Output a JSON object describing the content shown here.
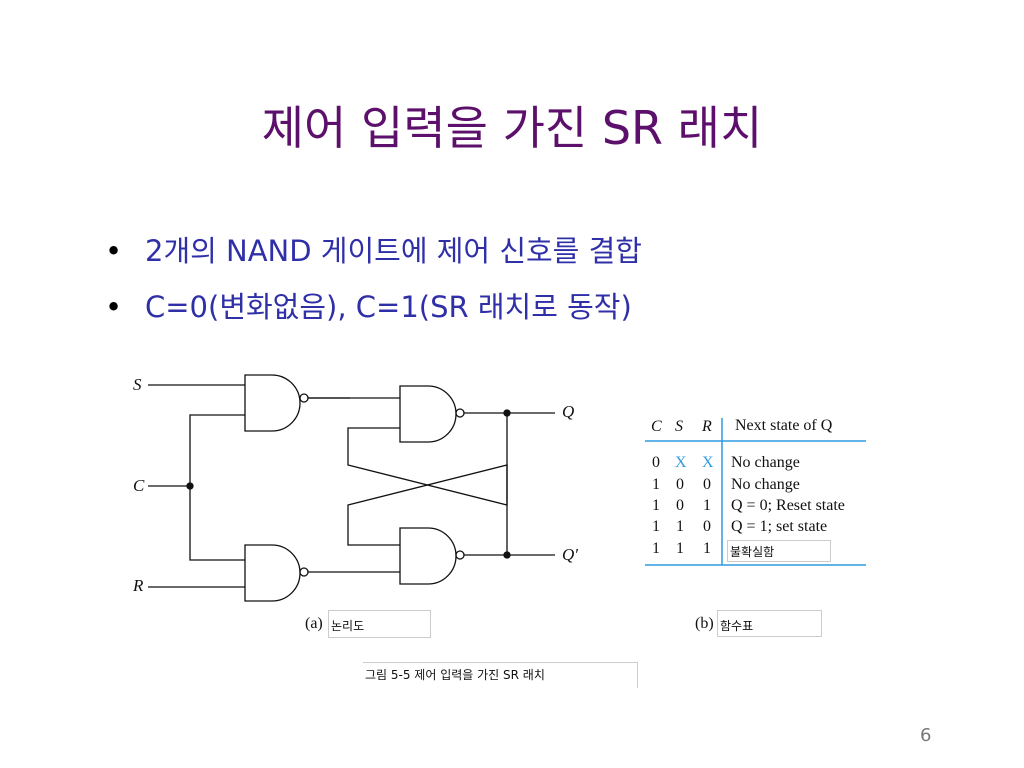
{
  "title": "제어 입력을 가진 SR 래치",
  "bullets": [
    "2개의 NAND 게이트에 제어 신호를 결합",
    "C=0(변화없음), C=1(SR 래치로 동작)"
  ],
  "bullet_symbol": "•",
  "circuit": {
    "inputs": {
      "s": "S",
      "c": "C",
      "r": "R"
    },
    "outputs": {
      "q": "Q",
      "qbar": "Q′"
    },
    "caption_prefix": "(a)",
    "caption": "논리도"
  },
  "table": {
    "headers": [
      "C",
      "S",
      "R",
      "Next state of Q"
    ],
    "rows": [
      [
        "0",
        "X",
        "X",
        "No change"
      ],
      [
        "1",
        "0",
        "0",
        "No change"
      ],
      [
        "1",
        "0",
        "1",
        "Q = 0; Reset state"
      ],
      [
        "1",
        "1",
        "0",
        "Q = 1; set state"
      ],
      [
        "1",
        "1",
        "1",
        "불확실함"
      ]
    ],
    "caption_prefix": "(b)",
    "caption": "함수표",
    "accent": "#2e9be0"
  },
  "figure_caption": "그림 5-5  제어 입력을 가진 SR 래치",
  "page_number": "6"
}
